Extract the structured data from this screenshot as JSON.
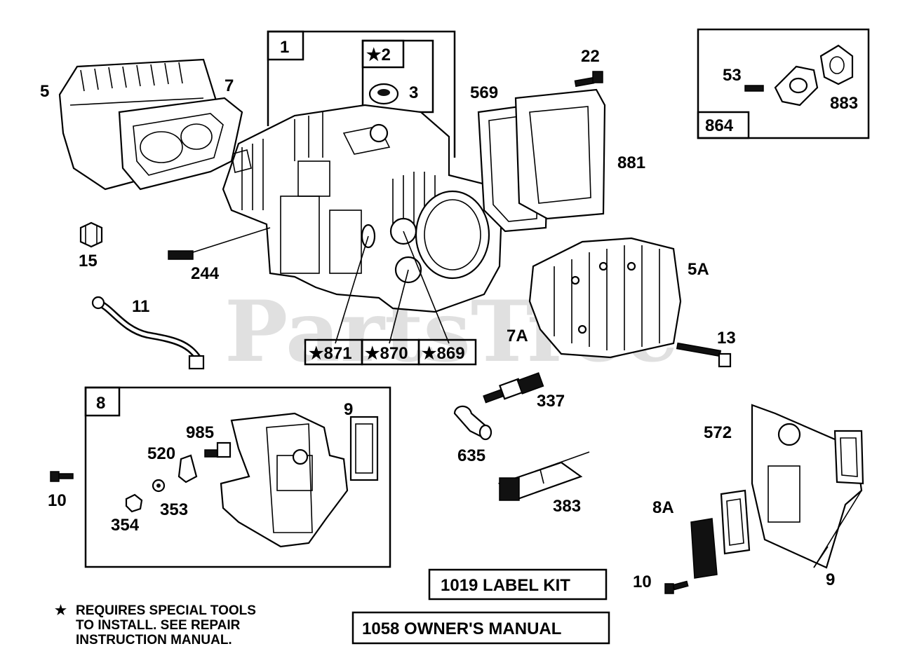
{
  "watermark": "PartsTree",
  "parts": {
    "p1": "1",
    "p2": "★2",
    "p3": "3",
    "p5": "5",
    "p7": "7",
    "p569": "569",
    "p22": "22",
    "p881": "881",
    "p53": "53",
    "p883": "883",
    "p864": "864",
    "p15": "15",
    "p244": "244",
    "p11": "11",
    "p871": "★871",
    "p870": "★870",
    "p869": "★869",
    "p5A": "5A",
    "p7A": "7A",
    "p13": "13",
    "p8": "8",
    "p9a": "9",
    "p985": "985",
    "p520": "520",
    "p353": "353",
    "p354": "354",
    "p10a": "10",
    "p337": "337",
    "p635": "635",
    "p383": "383",
    "p572": "572",
    "p8A": "8A",
    "p9b": "9",
    "p10b": "10"
  },
  "kits": {
    "label_kit": "1019 LABEL KIT",
    "owners_manual": "1058 OWNER'S MANUAL"
  },
  "note": {
    "star": "★",
    "line1": "REQUIRES SPECIAL TOOLS",
    "line2": "TO INSTALL.  SEE REPAIR",
    "line3": "INSTRUCTION MANUAL."
  }
}
